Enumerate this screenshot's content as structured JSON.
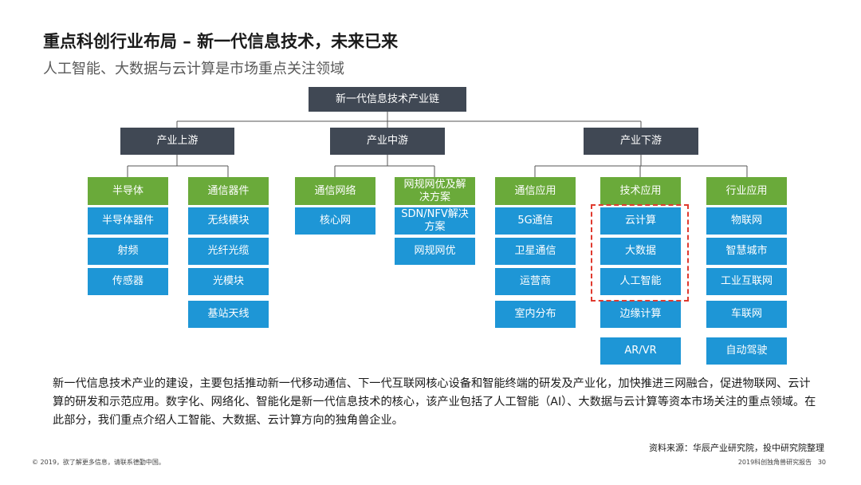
{
  "header": {
    "title": "重点科创行业布局 – 新一代信息技术，未来已来",
    "subtitle": "人工智能、大数据与云计算是市场重点关注领域"
  },
  "diagram": {
    "root": "新一代信息技术产业链",
    "stages": [
      "产业上游",
      "产业中游",
      "产业下游"
    ],
    "groups": [
      {
        "label": "半导体",
        "items": [
          "半导体器件",
          "射频",
          "传感器"
        ]
      },
      {
        "label": "通信器件",
        "items": [
          "无线模块",
          "光纤光缆",
          "光模块",
          "基站天线"
        ]
      },
      {
        "label": "通信网络",
        "items": [
          "核心网"
        ]
      },
      {
        "label": "网规网优及解决方案",
        "items": [
          "SDN/NFV解决方案",
          "网规网优"
        ]
      },
      {
        "label": "通信应用",
        "items": [
          "5G通信",
          "卫星通信",
          "运营商",
          "室内分布"
        ]
      },
      {
        "label": "技术应用",
        "items": [
          "云计算",
          "大数据",
          "人工智能",
          "边缘计算",
          "AR/VR"
        ]
      },
      {
        "label": "行业应用",
        "items": [
          "物联网",
          "智慧城市",
          "工业互联网",
          "车联网",
          "自动驾驶"
        ]
      }
    ],
    "colors": {
      "dark": "#404854",
      "green": "#6aaa3a",
      "blue": "#1e96d6",
      "highlight": "#e03a2f"
    }
  },
  "body": {
    "paragraph": "新一代信息技术产业的建设，主要包括推动新一代移动通信、下一代互联网核心设备和智能终端的研发及产业化，加快推进三网融合，促进物联网、云计算的研发和示范应用。数字化、网络化、智能化是新一代信息技术的核心，该产业包括了人工智能（AI）、大数据与云计算等资本市场关注的重点领域。在此部分，我们重点介绍人工智能、大数据、云计算方向的独角兽企业。"
  },
  "footer": {
    "source": "资料来源：华辰产业研究院，投中研究院整理",
    "left": "© 2019，欲了解更多信息，请联系德勤中国。",
    "report": "2019科创独角兽研究报告",
    "page": "30"
  }
}
